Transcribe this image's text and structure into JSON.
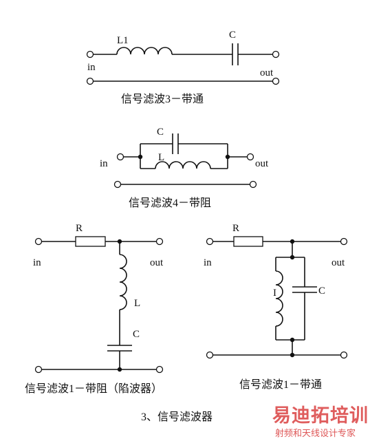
{
  "circuits": [
    {
      "caption": "信号滤波3－带通",
      "inductor_label": "L1",
      "capacitor_label": "C",
      "input_label": "in",
      "output_label": "out"
    },
    {
      "caption": "信号滤波4－带阻",
      "inductor_label": "L",
      "capacitor_label": "C",
      "input_label": "in",
      "output_label": "out"
    },
    {
      "caption": "信号滤波1－带阻（陷波器）",
      "resistor_label": "R",
      "inductor_label": "L",
      "capacitor_label": "C",
      "input_label": "in",
      "output_label": "out"
    },
    {
      "caption": "信号滤波1－带通",
      "resistor_label": "R",
      "inductor_label": "I",
      "capacitor_label": "C",
      "input_label": "in",
      "output_label": "out"
    }
  ],
  "figure_caption": "3、信号滤波器",
  "watermark": {
    "brand": "易迪拓培训",
    "tagline": "射频和天线设计专家",
    "color": "#d93a3a"
  }
}
